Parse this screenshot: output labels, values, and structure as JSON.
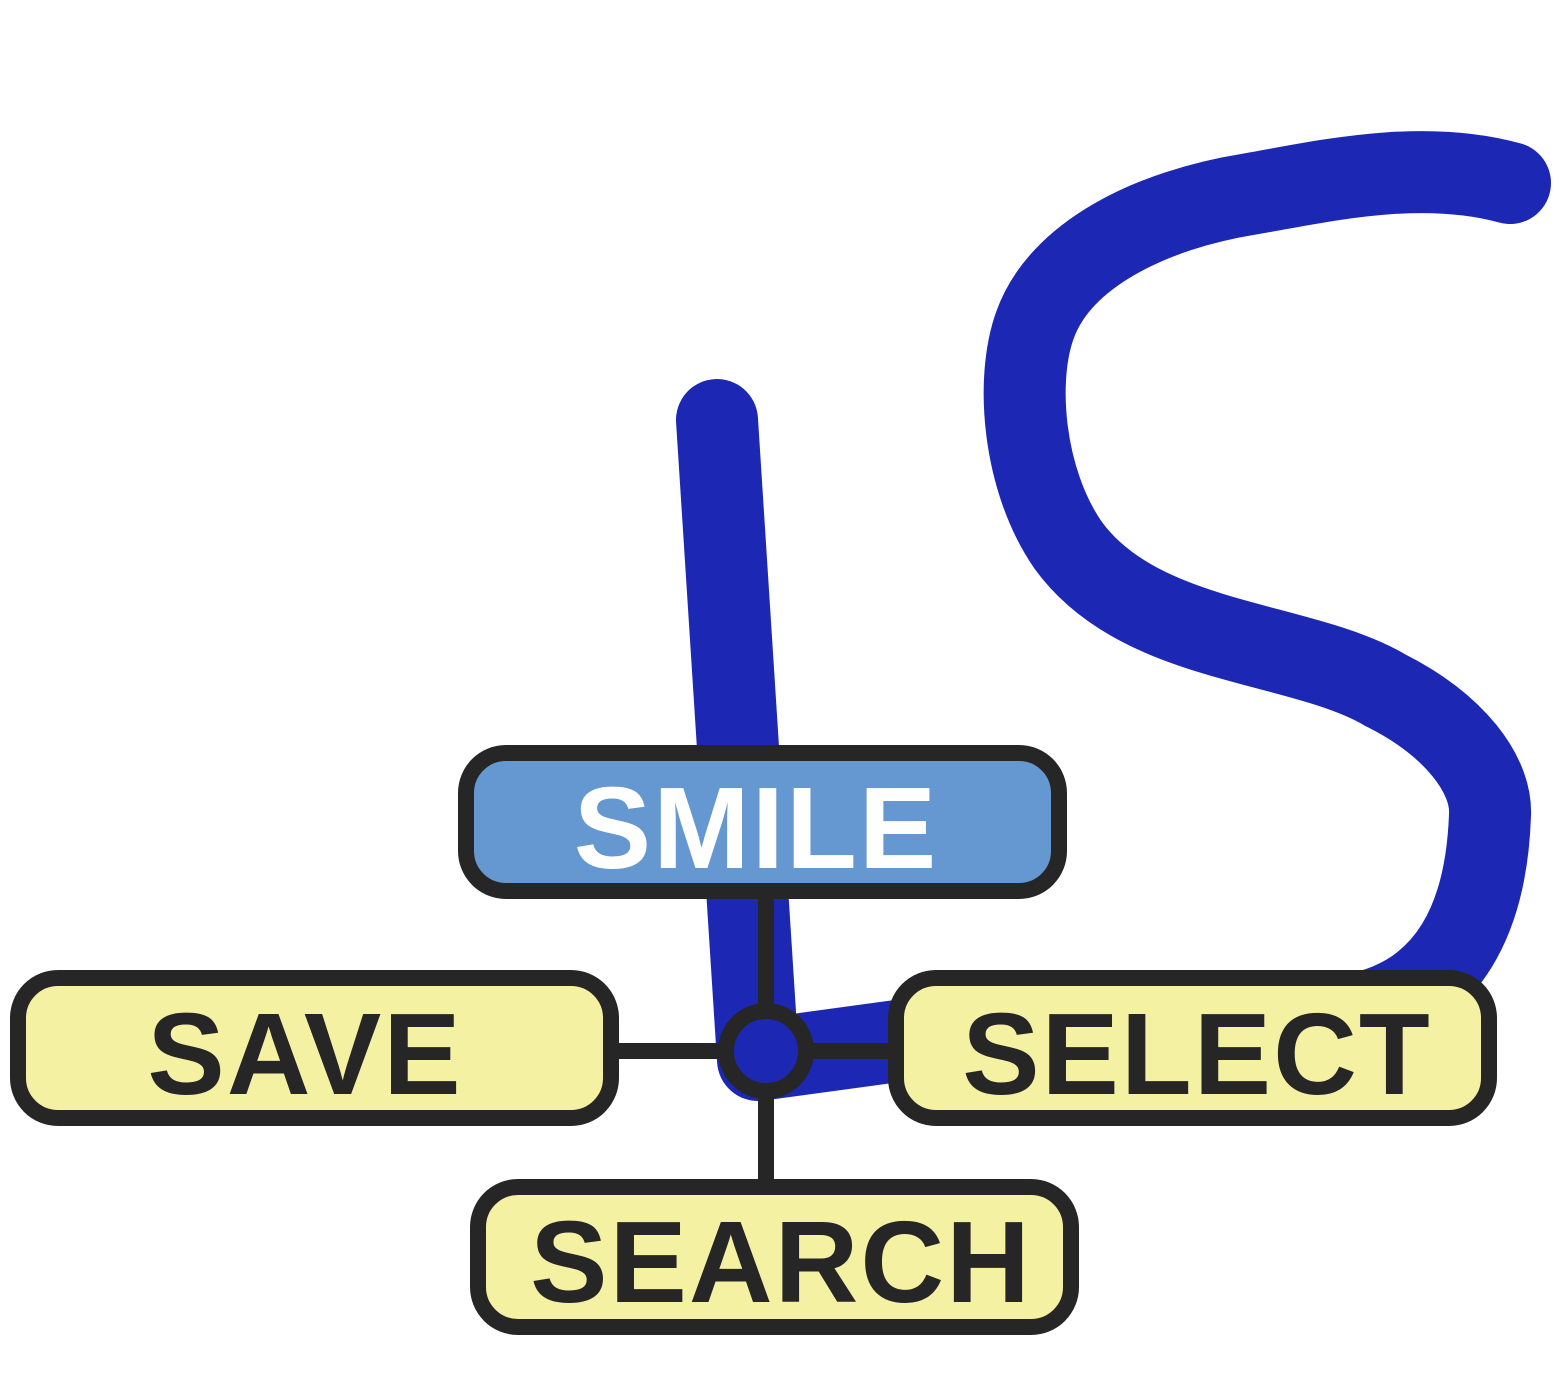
{
  "gesture": {
    "stroke_color": "#1c28b4",
    "shape": "L-shaped stroke joined to an S-shaped stroke"
  },
  "marking_menu": {
    "box_border_color": "#262626",
    "options": [
      {
        "id": "top",
        "label": "SMILE",
        "selected": true,
        "fill": "#6597d0",
        "text_color": "#ffffff"
      },
      {
        "id": "left",
        "label": "SAVE",
        "selected": false,
        "fill": "#f5f1a3",
        "text_color": "#262626"
      },
      {
        "id": "right",
        "label": "SELECT",
        "selected": false,
        "fill": "#f5f1a3",
        "text_color": "#262626"
      },
      {
        "id": "bottom",
        "label": "SEARCH",
        "selected": false,
        "fill": "#f5f1a3",
        "text_color": "#262626"
      }
    ]
  }
}
